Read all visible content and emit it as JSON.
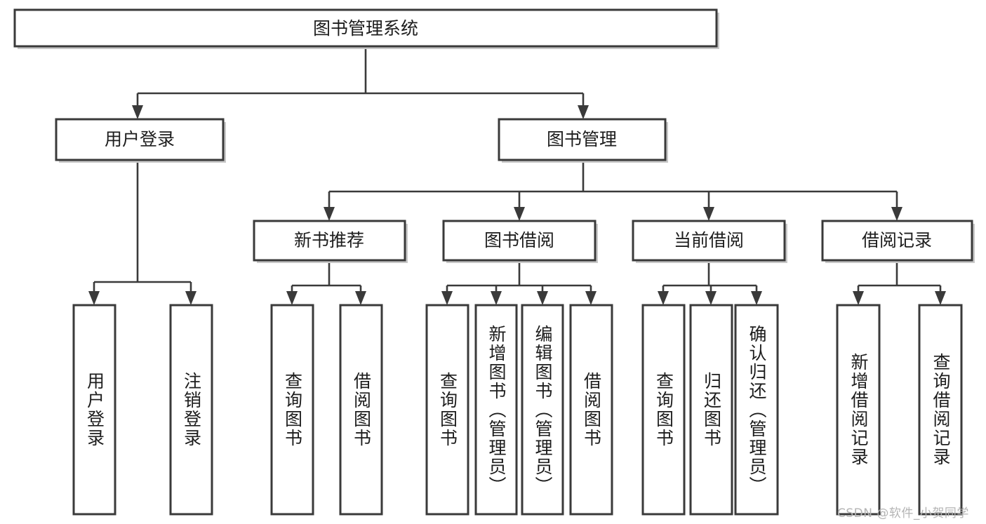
{
  "diagram": {
    "type": "tree-hierarchy",
    "title": "图书管理系统",
    "root": {
      "id": "root",
      "label": "图书管理系统",
      "level": 0
    },
    "level1": [
      {
        "id": "user-login",
        "label": "用户登录"
      },
      {
        "id": "book-management",
        "label": "图书管理"
      }
    ],
    "level2": [
      {
        "id": "new-book-recommend",
        "label": "新书推荐",
        "parent": "book-management"
      },
      {
        "id": "book-borrow",
        "label": "图书借阅",
        "parent": "book-management"
      },
      {
        "id": "current-borrow",
        "label": "当前借阅",
        "parent": "book-management"
      },
      {
        "id": "borrow-record",
        "label": "借阅记录",
        "parent": "book-management"
      }
    ],
    "leaves": {
      "user_login": [
        {
          "id": "leaf-user-login",
          "label": "用户登录"
        },
        {
          "id": "leaf-user-logout",
          "label": "注销登录"
        }
      ],
      "new_book_recommend": [
        {
          "id": "leaf-query-book-1",
          "label": "查询图书"
        },
        {
          "id": "leaf-borrow-book-1",
          "label": "借阅图书"
        }
      ],
      "book_borrow": [
        {
          "id": "leaf-query-book-2",
          "label": "查询图书"
        },
        {
          "id": "leaf-add-book",
          "label": "新增图书（管理员）"
        },
        {
          "id": "leaf-edit-book",
          "label": "编辑图书（管理员）"
        },
        {
          "id": "leaf-borrow-book-2",
          "label": "借阅图书"
        }
      ],
      "current_borrow": [
        {
          "id": "leaf-query-book-3",
          "label": "查询图书"
        },
        {
          "id": "leaf-return-book",
          "label": "归还图书"
        },
        {
          "id": "leaf-confirm-return",
          "label": "确认归还（管理员）"
        }
      ],
      "borrow_record": [
        {
          "id": "leaf-add-borrow-record",
          "label": "新增借阅记录"
        },
        {
          "id": "leaf-query-borrow-record",
          "label": "查询借阅记录"
        }
      ]
    },
    "colors": {
      "box_stroke": "#3a3a3a",
      "box_fill": "#ffffff",
      "edge": "#3a3a3a",
      "text": "#1d1d1d",
      "watermark": "#b4b4b4",
      "background": "#ffffff"
    }
  },
  "watermark": {
    "text": "CSDN @软件_小贺同学"
  }
}
